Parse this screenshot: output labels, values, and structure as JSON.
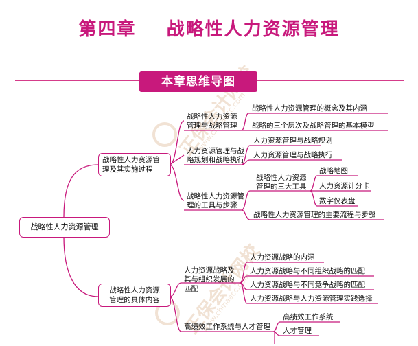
{
  "title": "第四章    战略性人力资源管理",
  "banner": "本章思维导图",
  "watermark": {
    "text": "正保会计网校",
    "url": "www.chinaacc.com"
  },
  "root": "战略性人力资源管理",
  "branch1": {
    "label_l1": "战略性人力资源管",
    "label_l2": "理及其实施过程",
    "sub1": {
      "l1": "战略性人力资源",
      "l2": "管理与战略管理",
      "leaves": [
        "战略性人力资源管理的概念及其内涵",
        "战略的三个层次及战略管理的基本模型"
      ]
    },
    "sub2": {
      "l1": "人力资源管理与战",
      "l2": "略规划和战略执行",
      "leaves": [
        "人力资源管理与战略规划",
        "人力资源管理与战略执行"
      ]
    },
    "sub3": {
      "l1": "战略性人力资源管",
      "l2": "理的工具与步骤",
      "group": {
        "l1": "战略性人力资源",
        "l2": "管理的三大工具",
        "leaves": [
          "战略地图",
          "人力资源计分卡",
          "数字仪表盘"
        ]
      },
      "leaf": "战略性人力资源管理的主要流程与步骤"
    }
  },
  "branch2": {
    "label_l1": "战略性人力资源",
    "label_l2": "管理的具体内容",
    "sub1": {
      "l1": "人力资源战略及",
      "l2": "其与组织发展的",
      "l3": "匹配",
      "leaves": [
        "人力资源战略的内涵",
        "人力资源战略与不同组织战略的匹配",
        "人力资源战略与不同竞争战略的匹配",
        "人力资源战略与人力资源管理实践选择"
      ]
    },
    "sub2": {
      "label": "高绩效工作系统与人才管理",
      "leaves": [
        "高绩效工作系统",
        "人才管理"
      ]
    }
  }
}
